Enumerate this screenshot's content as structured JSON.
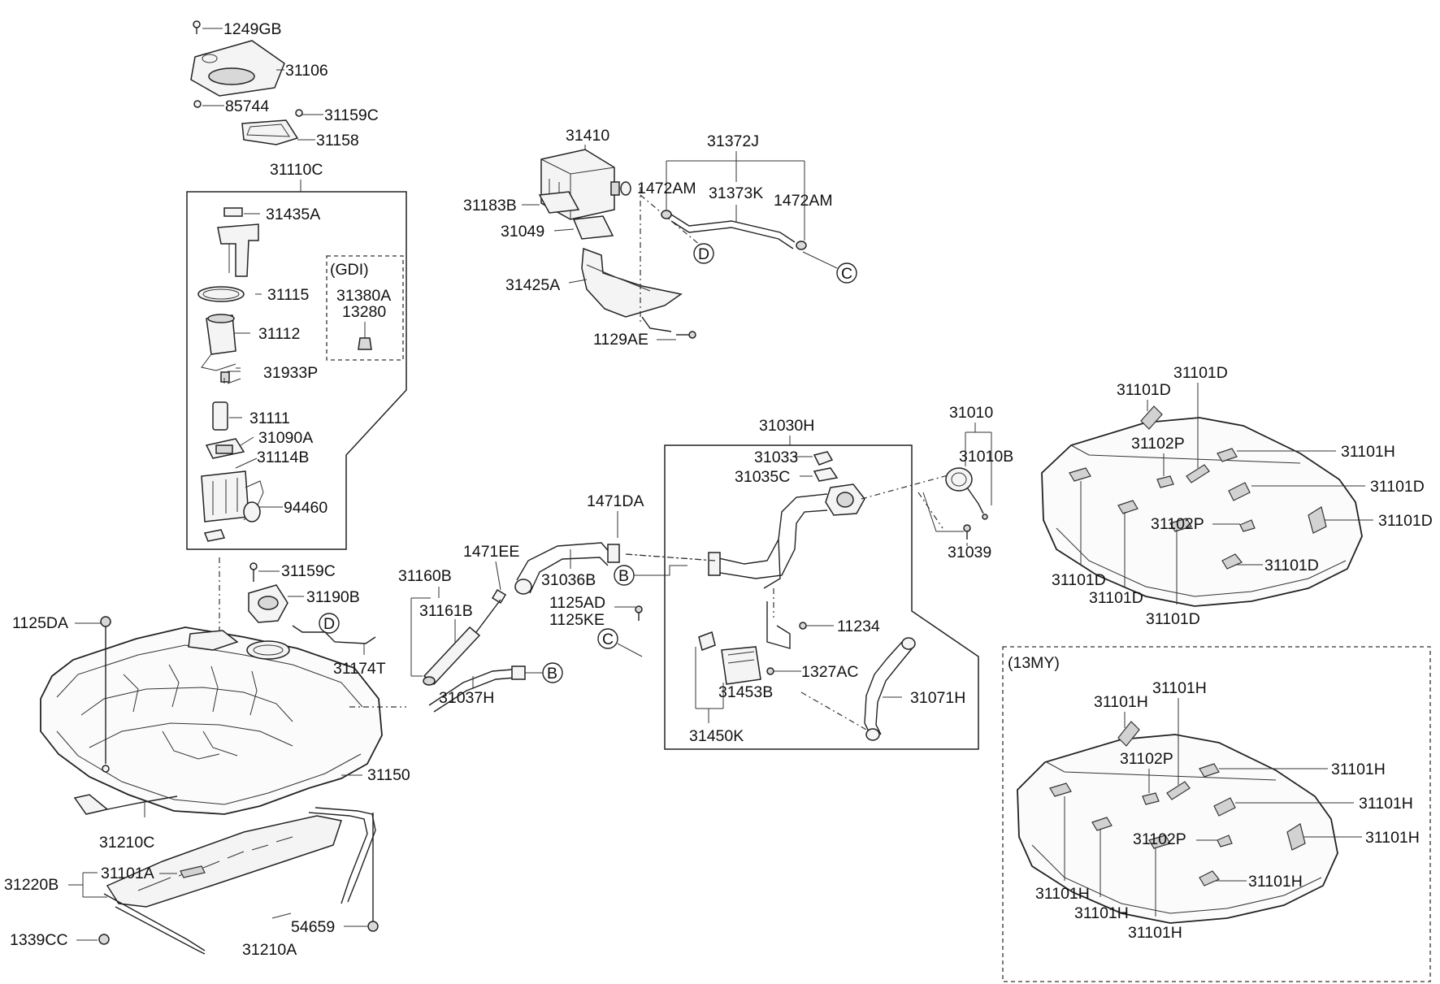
{
  "diagram": {
    "labels": {
      "p1249GB": "1249GB",
      "p31106": "31106",
      "p85744": "85744",
      "p31159C_top": "31159C",
      "p31158": "31158",
      "p31110C": "31110C",
      "p31435A": "31435A",
      "gdi": "(GDI)",
      "p31380A": "31380A",
      "p13280": "13280",
      "p31115": "31115",
      "p31112": "31112",
      "p31933P": "31933P",
      "p31111": "31111",
      "p31090A": "31090A",
      "p31114B": "31114B",
      "p94460": "94460",
      "p31159C_mid": "31159C",
      "p31190B": "31190B",
      "p1125DA": "1125DA",
      "p31174T": "31174T",
      "p31150": "31150",
      "p31210C": "31210C",
      "p31220B": "31220B",
      "p31101A": "31101A",
      "p1339CC": "1339CC",
      "p54659": "54659",
      "p31210A": "31210A",
      "p31160B": "31160B",
      "p31161B": "31161B",
      "p1471EE": "1471EE",
      "p31037H": "31037H",
      "p1471DA": "1471DA",
      "p31036B": "31036B",
      "p1125AD": "1125AD",
      "p1125KE": "1125KE",
      "p31410": "31410",
      "p31183B": "31183B",
      "p31049": "31049",
      "p31425A": "31425A",
      "p1129AE": "1129AE",
      "p31372J": "31372J",
      "p1472AM_1": "1472AM",
      "p31373K": "31373K",
      "p1472AM_2": "1472AM",
      "p31030H": "31030H",
      "p31033": "31033",
      "p31035C": "31035C",
      "p11234": "11234",
      "p1327AC": "1327AC",
      "p31453B": "31453B",
      "p31450K": "31450K",
      "p31071H": "31071H",
      "p31010": "31010",
      "p31010B": "31010B",
      "p31039": "31039",
      "r1_31101D_a": "31101D",
      "r1_31101D_b": "31101D",
      "r1_31102P_a": "31102P",
      "r1_31101H": "31101H",
      "r1_31101D_c": "31101D",
      "r1_31102P_b": "31102P",
      "r1_31101D_d": "31101D",
      "r1_31101D_e": "31101D",
      "r1_31101D_f": "31101D",
      "r1_31101D_g": "31101D",
      "r1_31101D_h": "31101D",
      "my13": "(13MY)",
      "r2_31101H_a": "31101H",
      "r2_31101H_b": "31101H",
      "r2_31102P_a": "31102P",
      "r2_31101H_c": "31101H",
      "r2_31101H_d": "31101H",
      "r2_31102P_b": "31102P",
      "r2_31101H_e": "31101H",
      "r2_31101H_f": "31101H",
      "r2_31101H_g": "31101H",
      "r2_31101H_h": "31101H",
      "r2_31101H_i": "31101H"
    },
    "connectors": {
      "A": "B",
      "B": "C",
      "C": "D",
      "D": "D",
      "E": "C",
      "F": "B"
    }
  }
}
